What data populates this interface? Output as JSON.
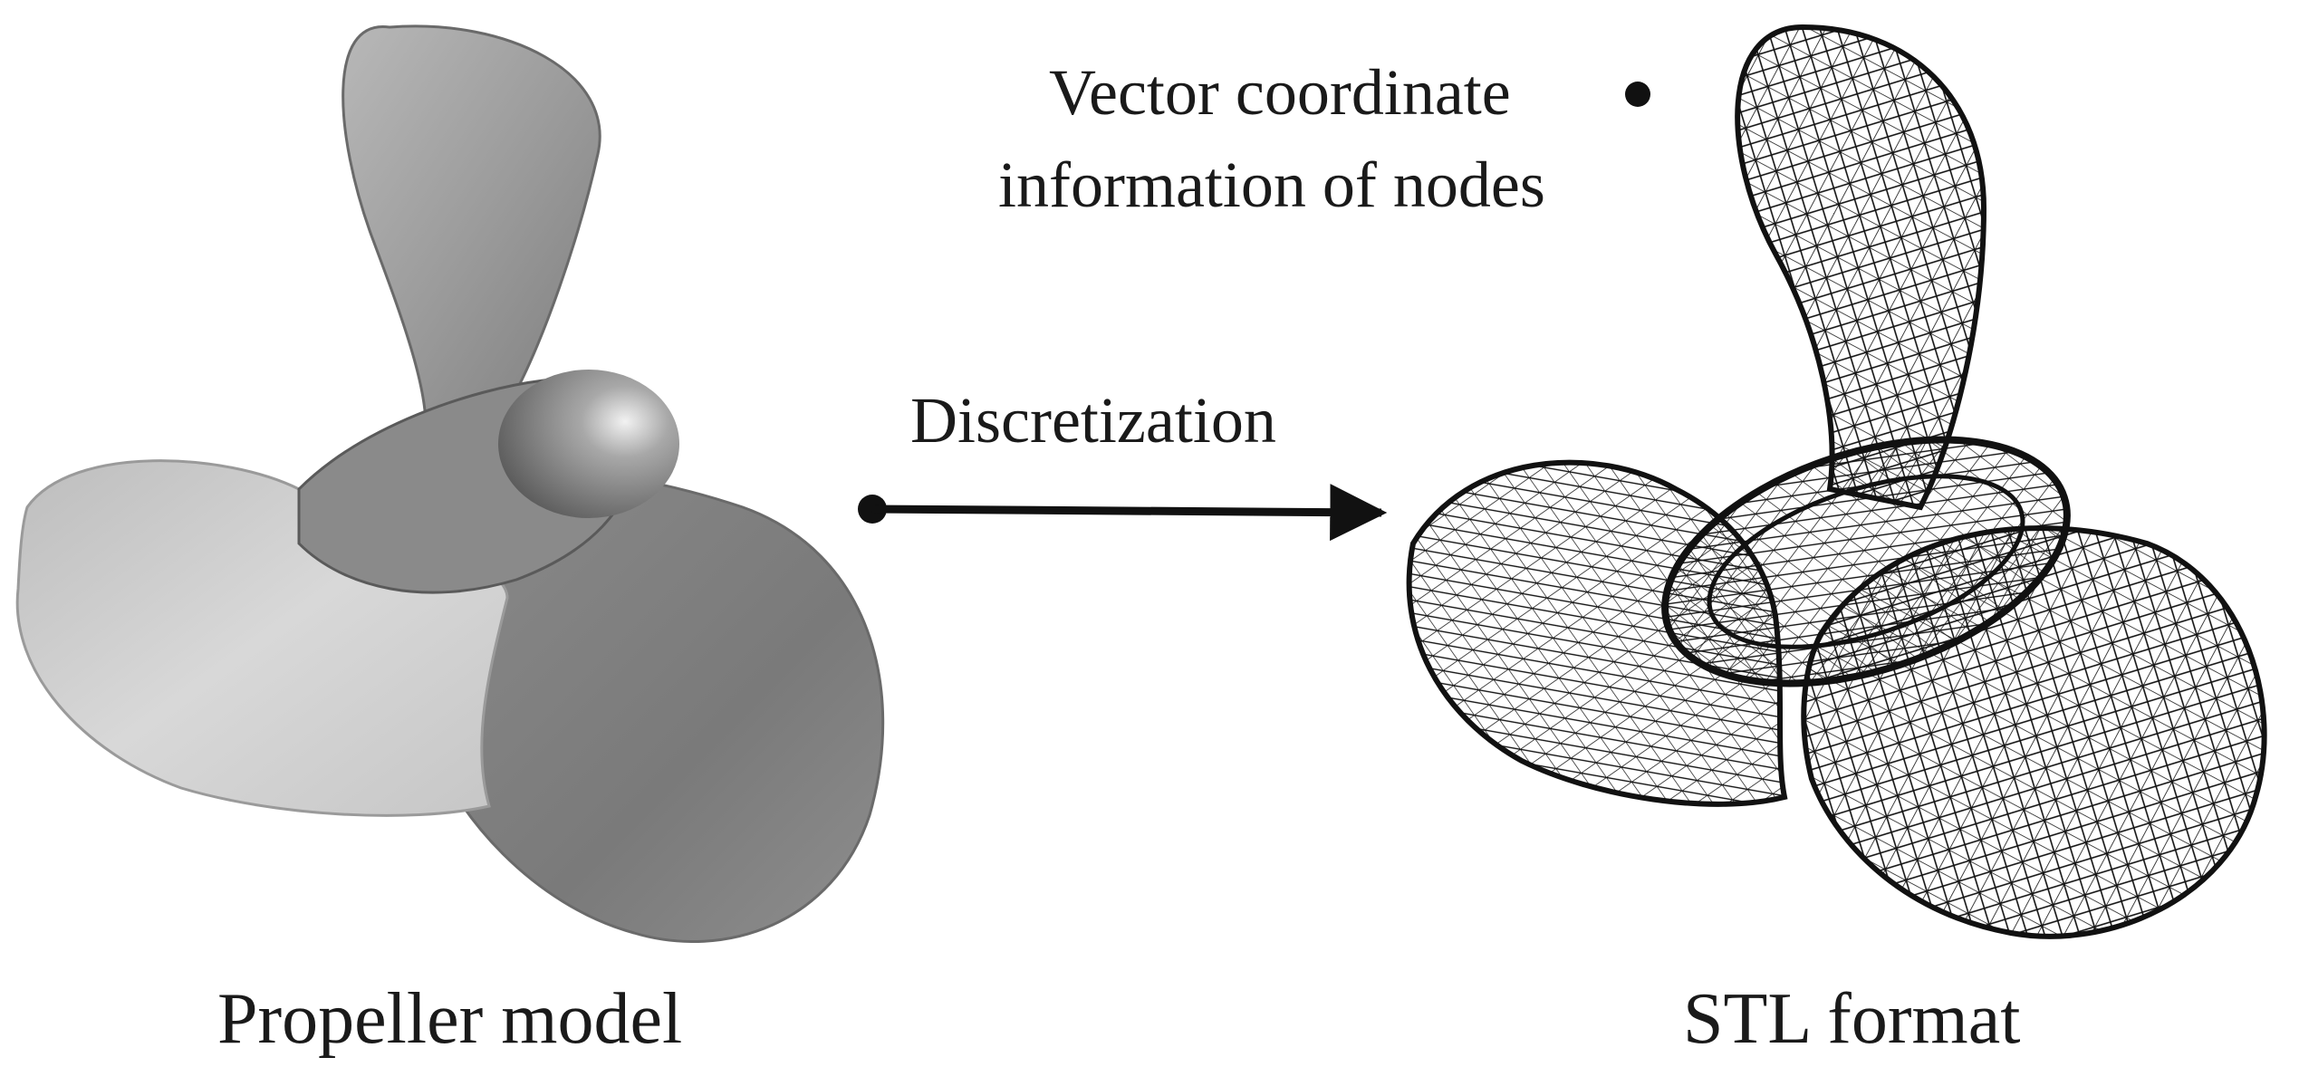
{
  "labels": {
    "left_caption": "Propeller model",
    "right_caption": "STL format",
    "process": "Discretization",
    "node_info_line1": "Vector coordinate",
    "node_info_line2": "information of nodes"
  },
  "colors": {
    "blade_light": "#d4d4d4",
    "blade_mid": "#9a9a9a",
    "blade_dark": "#5e5e5e",
    "mesh_line": "#111111",
    "arrow": "#111111"
  },
  "icons": {
    "propeller": "propeller-solid-model",
    "mesh": "propeller-wireframe-mesh",
    "arrow": "right-arrow-with-dot-tail",
    "bullet": "filled-dot-bullet"
  }
}
